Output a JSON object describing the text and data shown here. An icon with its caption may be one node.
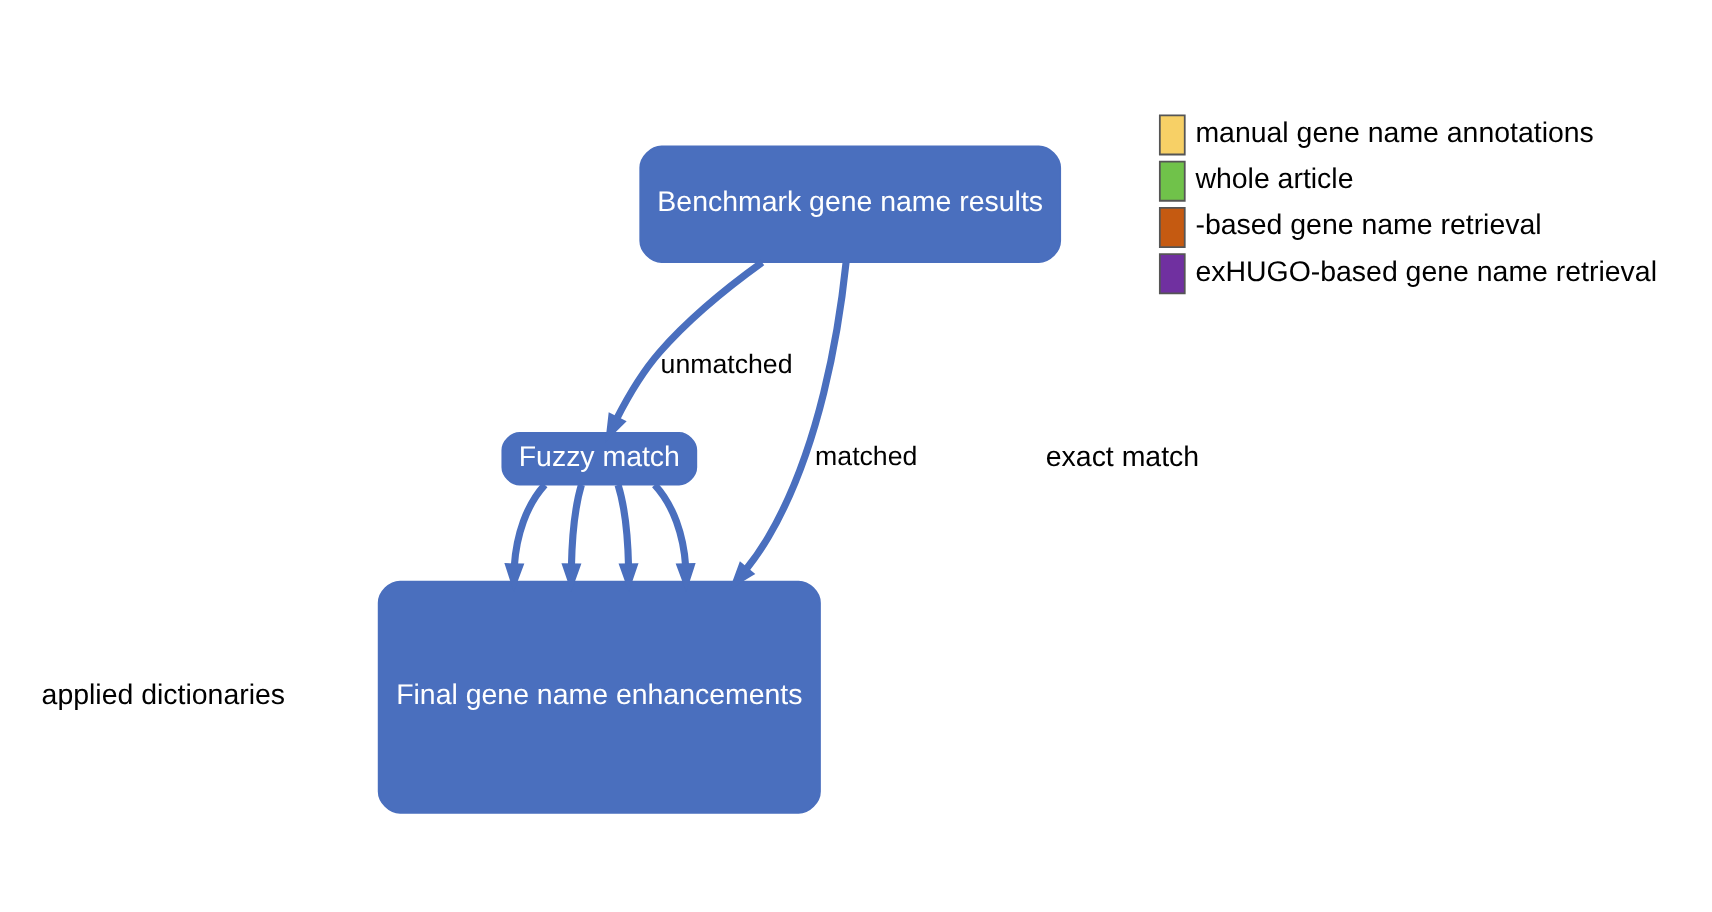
{
  "diagram": {
    "nodes": [
      {
        "text": [
          "Benchmark gene name results"
        ]
      },
      {
        "text": [
          "Fuzzy match"
        ]
      },
      {
        "text": [
          "Final gene name enhancements"
        ]
      }
    ],
    "edges": [
      {
        "from": 0,
        "to": 2,
        "arrow": "to",
        "label": "matched"
      },
      {
        "from": 0,
        "to": 1,
        "arrow": "to",
        "label": "unmatched"
      },
      {
        "from": 1,
        "to": 2,
        "arrow": "to"
      },
      {
        "from": 1,
        "to": 2,
        "arrow": "to"
      },
      {
        "from": 1,
        "to": 2,
        "arrow": "to"
      },
      {
        "from": 1,
        "to": 2,
        "arrow": "to"
      }
    ],
    "labels": [
      "exact match",
      "applied dictionaries"
    ],
    "legend": [
      {
        "text": "manual gene name annotations",
        "color": "#f7d066"
      },
      {
        "text": "whole article",
        "color": "#70c24a"
      },
      {
        "text": "-based gene name retrieval",
        "color": "#c55a11"
      },
      {
        "text": "exHUGO-based gene name retrieval",
        "color": "#7030a0"
      }
    ]
  }
}
